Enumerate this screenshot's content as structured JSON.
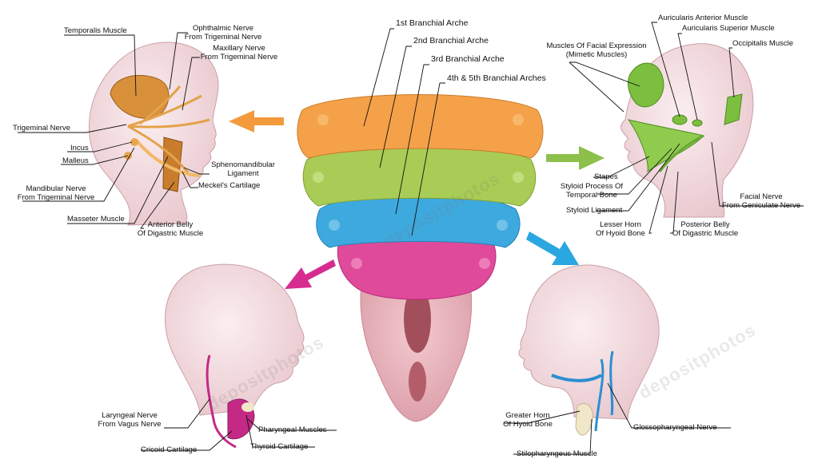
{
  "arch_labels": {
    "arch1": "1st Branchial Arche",
    "arch2": "2nd Branchial Arche",
    "arch3": "3rd Branchial Arche",
    "arch45": "4th & 5th Branchial Arches"
  },
  "arch1_head": {
    "temporalis": "Temporalis Muscle",
    "ophthalmic": [
      "Ophthalmic Nerve",
      "From Trigeminal Nerve"
    ],
    "maxillary": [
      "Maxillary Nerve",
      "From Trigeminal Nerve"
    ],
    "trigeminal": "Trigeminal Nerve",
    "incus": "Incus",
    "malleus": "Malleus",
    "mandibular": [
      "Mandibular Nerve",
      "From Trigeminal Nerve"
    ],
    "masseter": "Masseter Muscle",
    "sphenomandibular": [
      "Sphenomandibular",
      "Ligament"
    ],
    "meckel": "Meckel's Cartilage",
    "digastric_anterior": [
      "Anterior Belly",
      "Of Digastric Muscle"
    ]
  },
  "arch2_head": {
    "facial_expression": [
      "Muscles Of Facial Expression",
      "(Mimetic Muscles)"
    ],
    "auricularis_anterior": "Auricularis Anterior Muscle",
    "auricularis_superior": "Auricularis Superior Muscle",
    "occipitalis": "Occipitalis Muscle",
    "stapes": "Stapes",
    "styloid": [
      "Styloid Process Of",
      "Temporal Bone"
    ],
    "stylohyoid": "Styloid Ligament",
    "lesser_horn": [
      "Lesser Horn",
      "Of Hyoid Bone"
    ],
    "digastric_posterior": [
      "Posterior Belly",
      "Of Digastric Muscle"
    ],
    "facial_nerve": [
      "Facial Nerve",
      "From Geniculate Nerve"
    ]
  },
  "arch45_head": {
    "laryngeal": [
      "Laryngeal Nerve",
      "From Vagus Nerve"
    ],
    "pharyngeal": "Pharyngeal Muscles",
    "cricoid": "Cricoid Cartilage",
    "thyroid": "Thyroid Cartilage"
  },
  "arch3_head": {
    "greater_horn": [
      "Greater Horn",
      "Of Hyoid Bone"
    ],
    "glossopharyngeal": "Glossopharyngeal Nerve",
    "stylopharyngeus": "Stilopharyngeus Muscle"
  },
  "watermark": "depositphotos",
  "colors": {
    "arch1": "#f5a14a",
    "arch2": "#a8cc55",
    "arch3": "#3ea9de",
    "arch45": "#e04a9a",
    "skin": "#f3dde0",
    "orange_arrow": "#f29a3c",
    "green_arrow": "#8cc04a",
    "blue_arrow": "#2aa7e0",
    "magenta_arrow": "#d62b8f"
  }
}
